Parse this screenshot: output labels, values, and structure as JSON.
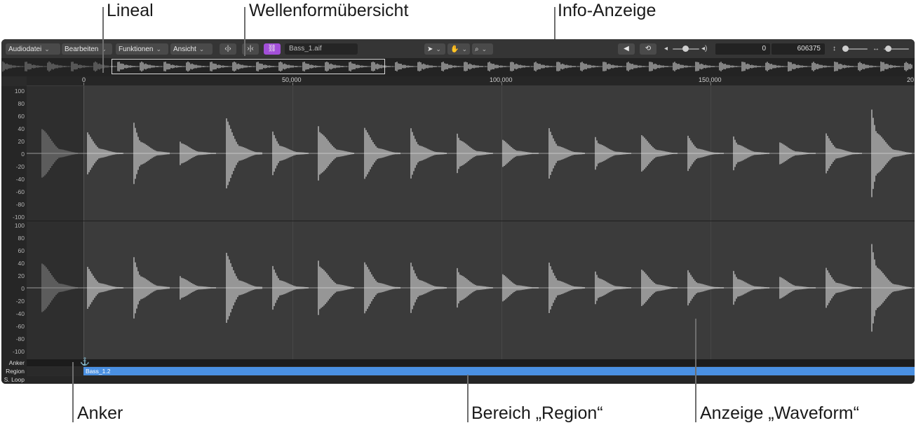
{
  "callouts": {
    "lineal": "Lineal",
    "wellenform": "Wellenformübersicht",
    "info": "Info-Anzeige",
    "anker": "Anker",
    "region": "Bereich „Region“",
    "waveform": "Anzeige „Waveform“"
  },
  "toolbar": {
    "menus": [
      "Audiodatei",
      "Bearbeiten",
      "Funktionen",
      "Ansicht"
    ],
    "filename": "Bass_1.aif",
    "info_start": "0",
    "info_end": "606375"
  },
  "ruler": {
    "labels": [
      "0",
      "50,000",
      "100,000",
      "150,000",
      "20"
    ]
  },
  "amplitude_labels": [
    "100",
    "80",
    "60",
    "40",
    "20",
    "0",
    "-20",
    "-40",
    "-60",
    "-80",
    "-100"
  ],
  "tracks": {
    "anker_label": "Anker",
    "region_label": "Region",
    "sloop_label": "S. Loop",
    "region_name": "Bass_1.2"
  },
  "icons": [
    "split-icon",
    "snap-icon",
    "link-icon",
    "pointer-tool-icon",
    "hand-tool-icon",
    "zoom-tool-icon",
    "speaker-icon",
    "cycle-icon",
    "volume-low-icon",
    "volume-high-icon",
    "vertical-zoom-icon",
    "horizontal-zoom-icon",
    "anchor-icon"
  ],
  "colors": {
    "link_button": "#a24fd8",
    "region": "#4a90e2",
    "background": "#2b2b2b"
  }
}
